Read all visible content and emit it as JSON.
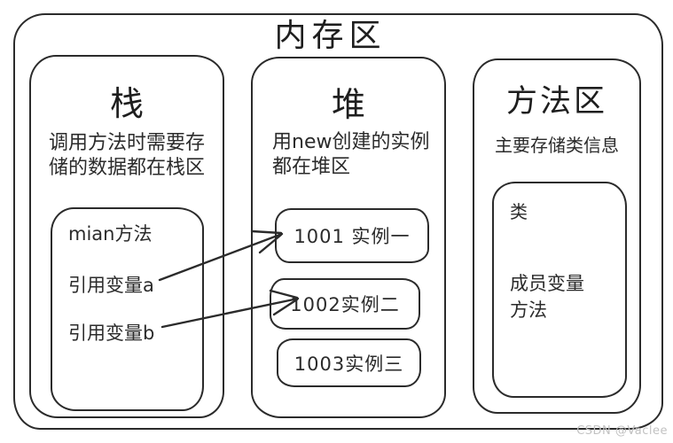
{
  "title": "内存区",
  "watermark": "CSDN @Vaclee",
  "colors": {
    "stroke": "#2b2b2b",
    "background": "#ffffff",
    "watermark_gray": "#c2c2c2"
  },
  "panels": {
    "stack": {
      "title": "栈",
      "description": "调用方法时需要存\n储的数据都在栈区",
      "frame": {
        "title": "mian方法",
        "variables": [
          {
            "label": "引用变量a"
          },
          {
            "label": "引用变量b"
          }
        ]
      }
    },
    "heap": {
      "title": "堆",
      "description": "用new创建的实例\n都在堆区",
      "instances": [
        {
          "label": "1001 实例一"
        },
        {
          "label": "1002实例二"
        },
        {
          "label": "1003实例三"
        }
      ]
    },
    "method_area": {
      "title": "方法区",
      "description": "主要存储类信息",
      "class_box": {
        "title": "类",
        "members": "成员变量\n方法"
      }
    }
  },
  "arrows": [
    {
      "from": "引用变量a",
      "to": "1001 实例一"
    },
    {
      "from": "引用变量b",
      "to": "1002实例二"
    }
  ]
}
